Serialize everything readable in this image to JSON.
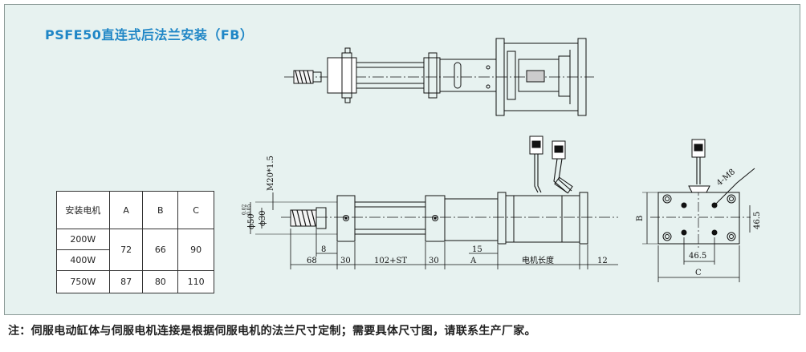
{
  "title": "PSFE50直连式后法兰安装（FB）",
  "table": {
    "headers": [
      "安装电机",
      "A",
      "B",
      "C"
    ],
    "rows": [
      {
        "motor": "200W",
        "A": "72",
        "B": "66",
        "C": "90"
      },
      {
        "motor": "400W"
      },
      {
        "motor": "750W",
        "A": "87",
        "B": "80",
        "C": "110"
      }
    ]
  },
  "dimensions": {
    "thread": "M20*1.5",
    "rod_dia": "ϕ30",
    "tol_upper": "0.02",
    "tol_lower": "0.05",
    "body_dia": "ϕ50",
    "d8": "8",
    "d68": "68",
    "d30a": "30",
    "d102": "102+ST",
    "d30b": "30",
    "d15": "15",
    "dA": "A",
    "motor_len": "电机长度",
    "d12": "12",
    "bolts": "4-M8",
    "d465h": "46.5",
    "d465v": "46.5",
    "dB": "B",
    "dC": "C"
  },
  "note": "注：伺服电动缸体与伺服电机连接是根据伺服电机的法兰尺寸定制；需要具体尺寸图，请联系生产厂家。"
}
